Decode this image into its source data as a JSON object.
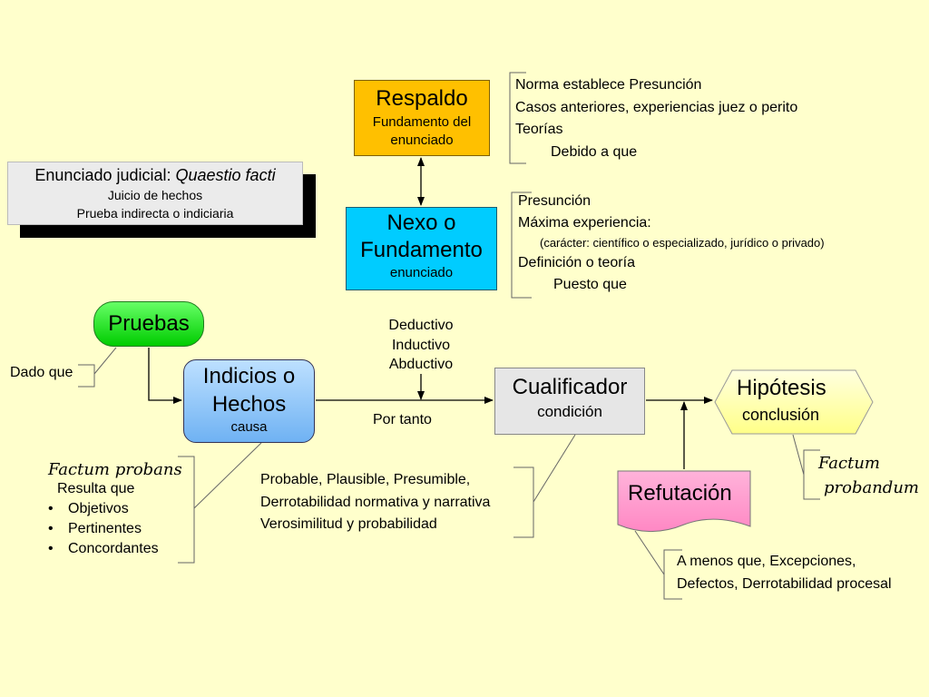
{
  "colors": {
    "background": "#FFFFCC",
    "respaldo": "#FFC000",
    "nexo": "#00CCFF",
    "pruebas": "#33E633",
    "indicios": "#8EC5F7",
    "cualificador": "#E6E6E6",
    "hipotesis": "#FFFF99",
    "refutacion": "#FF99CC"
  },
  "enunciado": {
    "title_prefix": "Enunciado judicial: ",
    "title_italic": "Quaestio facti",
    "line1": "Juicio de hechos",
    "line2": "Prueba indirecta o indiciaria"
  },
  "respaldo": {
    "title": "Respaldo",
    "sub1": "Fundamento del",
    "sub2": "enunciado",
    "notes": [
      "Norma establece Presunción",
      "Casos anteriores, experiencias juez o perito",
      "Teorías",
      "Debido a que"
    ]
  },
  "nexo": {
    "title1": "Nexo o",
    "title2": "Fundamento",
    "sub": "enunciado",
    "notes": [
      "Presunción",
      "Máxima experiencia:",
      "(carácter: científico o especializado, jurídico o privado)",
      "Definición o teoría",
      "Puesto que"
    ],
    "methods": [
      "Deductivo",
      "Inductivo",
      "Abductivo"
    ]
  },
  "pruebas": {
    "title": "Pruebas",
    "note": "Dado que"
  },
  "indicios": {
    "title1": "Indicios o",
    "title2": "Hechos",
    "sub": "causa",
    "factum_title": "Factum probans",
    "factum_sub": "Resulta  que",
    "bullets": [
      "Objetivos",
      "Pertinentes",
      "Concordantes"
    ]
  },
  "por_tanto": "Por tanto",
  "cualificador": {
    "title": "Cualificador",
    "sub": "condición",
    "notes": [
      "Probable, Plausible, Presumible,",
      "Derrotabilidad normativa y narrativa",
      "Verosimilitud y probabilidad"
    ]
  },
  "hipotesis": {
    "title": "Hipótesis",
    "sub": "conclusión",
    "factum1": "Factum",
    "factum2": "probandum"
  },
  "refutacion": {
    "title": "Refutación",
    "notes": [
      "A menos que, Excepciones,",
      "Defectos, Derrotabilidad procesal"
    ]
  }
}
